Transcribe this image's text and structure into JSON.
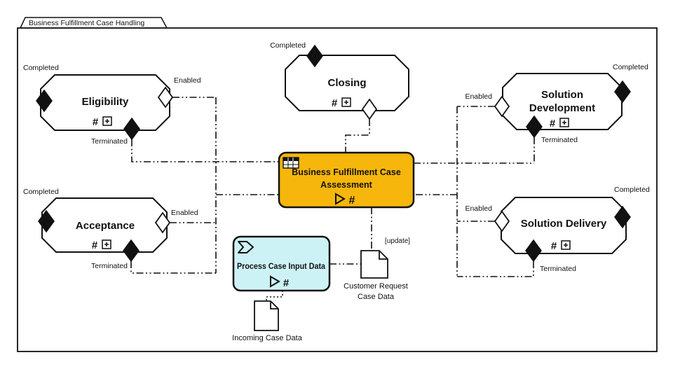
{
  "frame": {
    "title": "Business Fulfillment Case Handling"
  },
  "colors": {
    "assessment_fill": "#F6B60B",
    "process_fill": "#CDF2F6",
    "stroke": "#111111",
    "background": "#FFFFFF"
  },
  "stages": [
    {
      "id": "eligibility",
      "name": [
        "Eligibility"
      ],
      "labels": {
        "completed": "Completed",
        "enabled": "Enabled",
        "terminated": "Terminated"
      }
    },
    {
      "id": "closing",
      "name": [
        "Closing"
      ],
      "labels": {
        "completed": "Completed"
      }
    },
    {
      "id": "solution-development",
      "name": [
        "Solution",
        "Development"
      ],
      "labels": {
        "completed": "Completed",
        "enabled": "Enabled",
        "terminated": "Terminated"
      }
    },
    {
      "id": "acceptance",
      "name": [
        "Acceptance"
      ],
      "labels": {
        "completed": "Completed",
        "enabled": "Enabled",
        "terminated": "Terminated"
      }
    },
    {
      "id": "solution-delivery",
      "name": [
        "Solution Delivery"
      ],
      "labels": {
        "completed": "Completed",
        "enabled": "Enabled",
        "terminated": "Terminated"
      }
    }
  ],
  "tasks": [
    {
      "id": "assessment",
      "type": "case-task",
      "name": [
        "Business Fulfillment Case",
        "Assessment"
      ]
    },
    {
      "id": "process-case-input",
      "type": "process-task",
      "name": [
        "Process Case Input Data"
      ]
    }
  ],
  "documents": [
    {
      "id": "customer-request",
      "name": [
        "Customer Request",
        "Case Data"
      ]
    },
    {
      "id": "incoming",
      "name": [
        "Incoming Case Data"
      ]
    }
  ],
  "annotations": {
    "update_label": "[update]"
  },
  "icons": [
    "planning-table-icon",
    "process-chevron-icon",
    "manual-activation-icon",
    "repetition-icon",
    "expand-icon",
    "case-file-item-icon"
  ]
}
